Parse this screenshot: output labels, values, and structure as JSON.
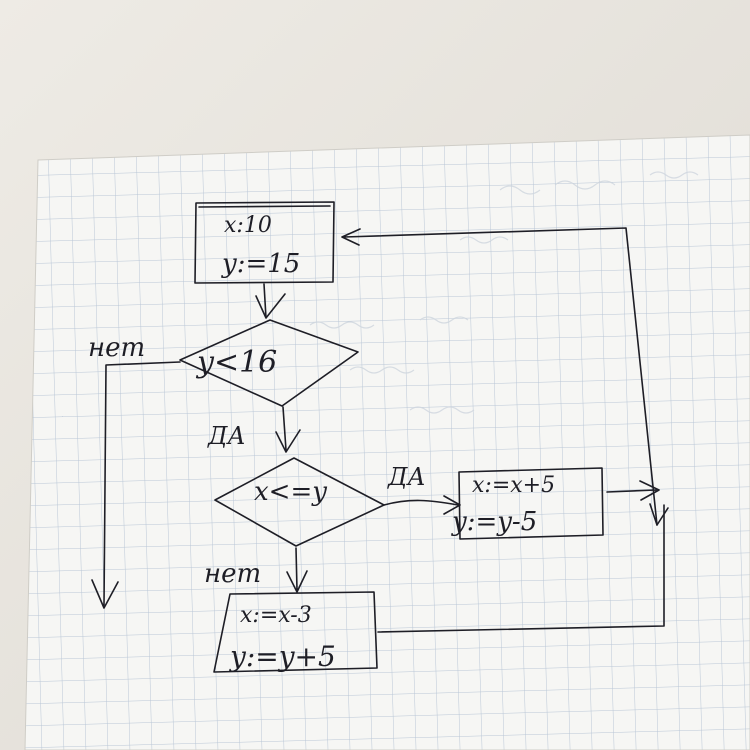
{
  "diagram": {
    "start_box": {
      "line1": "x:10",
      "line2": "y:=15"
    },
    "cond1": {
      "text": "y<16",
      "no_label": "нет",
      "yes_label": "ДА"
    },
    "cond2": {
      "text": "x<=y",
      "yes_label": "ДА",
      "no_label": "нет"
    },
    "yes_box": {
      "line1": "x:=x+5",
      "line2": "y:=y-5"
    },
    "no_box": {
      "line1": "x:=x-3",
      "line2": "y:=y+5"
    }
  },
  "colors": {
    "ink": "#1e1e26",
    "grid": "#b9c6d6",
    "paper": "#f6f6f4",
    "wall": "#e9e6e0"
  }
}
